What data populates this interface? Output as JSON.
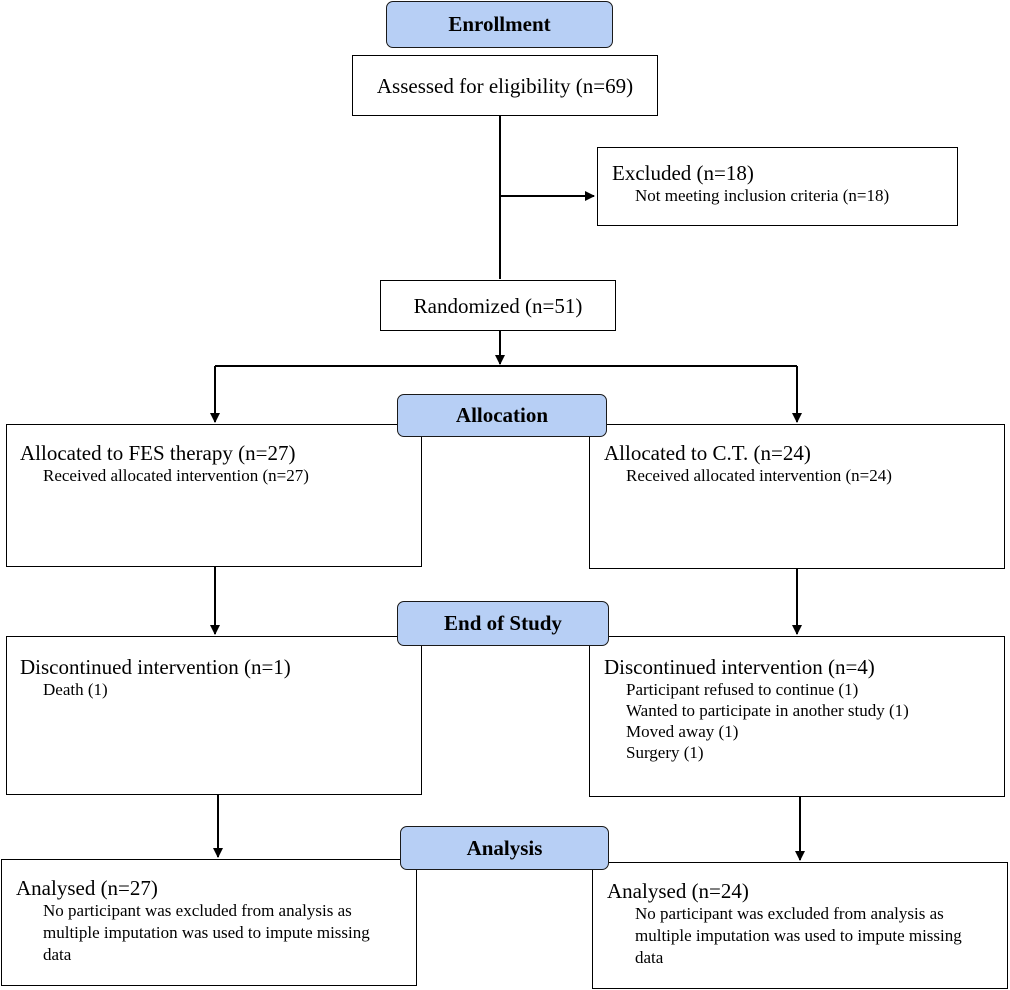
{
  "stages": {
    "enrollment": "Enrollment",
    "allocation": "Allocation",
    "end_of_study": "End of Study",
    "analysis": "Analysis"
  },
  "assessed": "Assessed for eligibility (n=69)",
  "excluded": {
    "title": "Excluded (n=18)",
    "reasons": [
      "Not meeting inclusion criteria (n=18)"
    ]
  },
  "randomized": "Randomized (n=51)",
  "arms": [
    {
      "allocated": {
        "title": "Allocated to FES therapy (n=27)",
        "details": [
          "Received allocated intervention (n=27)"
        ]
      },
      "discontinued": {
        "title": "Discontinued intervention (n=1)",
        "details": [
          "Death (1)"
        ]
      },
      "analysed": {
        "title": "Analysed (n=27)",
        "details": [
          "No participant was excluded from analysis as",
          "multiple imputation was used to impute missing",
          "data"
        ]
      }
    },
    {
      "allocated": {
        "title": "Allocated to C.T. (n=24)",
        "details": [
          "Received allocated intervention (n=24)"
        ]
      },
      "discontinued": {
        "title": "Discontinued intervention (n=4)",
        "details": [
          "Participant refused to continue (1)",
          "Wanted to participate in another study (1)",
          "Moved away (1)",
          "Surgery (1)"
        ]
      },
      "analysed": {
        "title": "Analysed (n=24)",
        "details": [
          "No participant was excluded from analysis as",
          "multiple imputation was used to impute missing",
          "data"
        ]
      }
    }
  ]
}
